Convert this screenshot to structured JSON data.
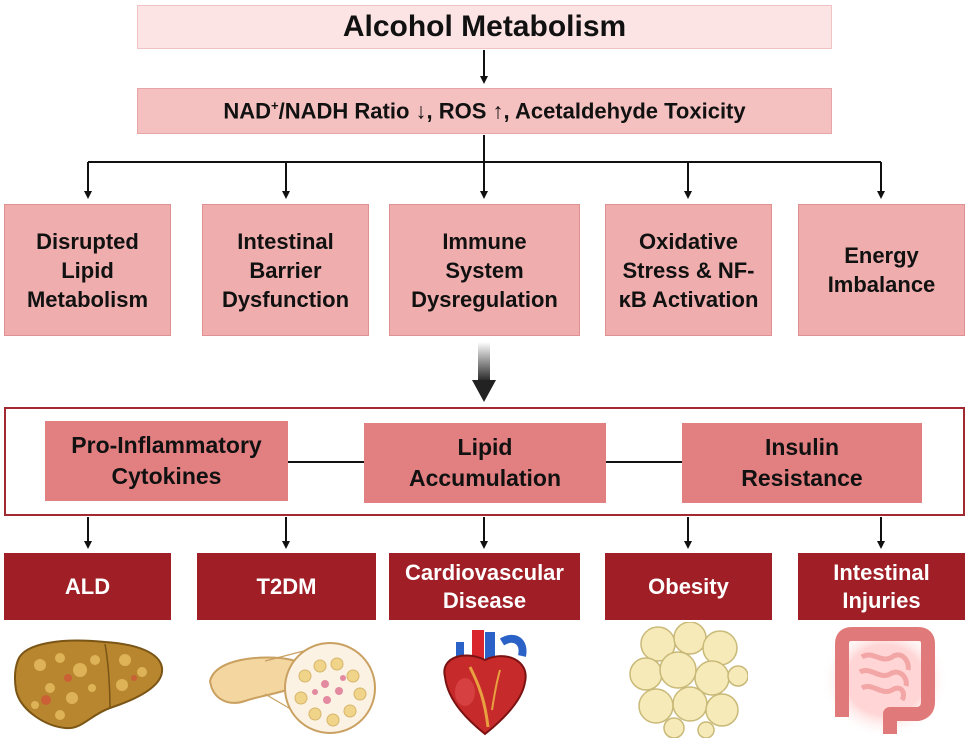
{
  "title": "Alcohol Metabolism",
  "subtitle": {
    "nad": "NAD",
    "plus": "+",
    "rest": "/NADH Ratio ↓, ROS ↑, Acetaldehyde Toxicity"
  },
  "causes": [
    "Disrupted Lipid Metabolism",
    "Intestinal Barrier Dysfunction",
    "Immune System Dysregulation",
    "Oxidative Stress & NF-κB Activation",
    "Energy Imbalance"
  ],
  "mechanisms": [
    "Pro-Inflammatory Cytokines",
    "Lipid Accumulation",
    "Insulin Resistance"
  ],
  "outcomes": [
    "ALD",
    "T2DM",
    "Cardiovascular Disease",
    "Obesity",
    "Intestinal Injuries"
  ],
  "icons": [
    "liver-icon",
    "pancreas-icon",
    "heart-icon",
    "fat-cells-icon",
    "intestine-icon"
  ],
  "colors": {
    "title_bg": "#fce4e4",
    "subtitle_bg": "#f4c0c0",
    "cause_bg": "#efadad",
    "mechanism_bg": "#e27f80",
    "outcome_bg": "#a01e26",
    "frame_border": "#a12a30"
  }
}
